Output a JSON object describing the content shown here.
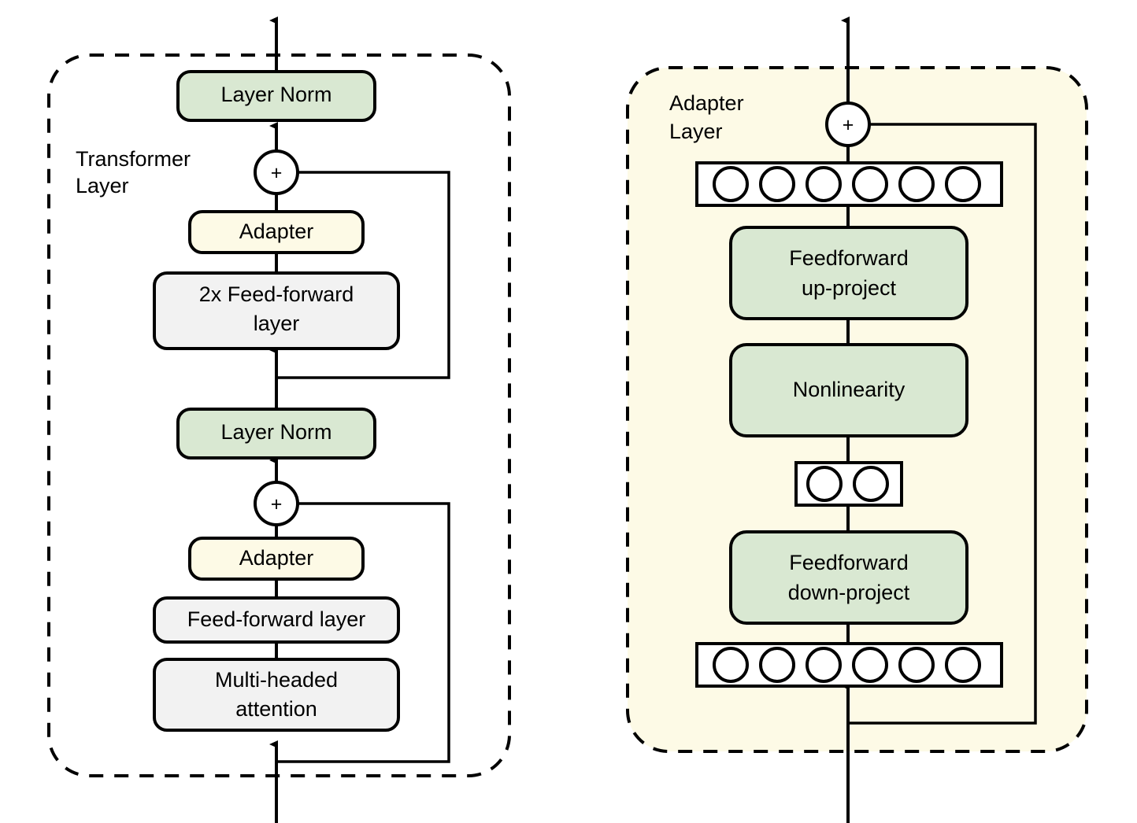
{
  "figure": {
    "background_color": "#ffffff",
    "colors": {
      "green_fill": "#d9e8d2",
      "cream_fill": "#fdfae6",
      "gray_fill": "#f2f2f2",
      "white_fill": "#ffffff",
      "stroke": "#000000"
    }
  },
  "left_panel": {
    "caption_line1": "Transformer",
    "caption_line2": "Layer",
    "fill": "#ffffff",
    "blocks": {
      "layer_norm_top": "Layer Norm",
      "adapter_top": "Adapter",
      "feed_forward_2x_line1": "2x Feed-forward",
      "feed_forward_2x_line2": "layer",
      "layer_norm_bottom": "Layer Norm",
      "adapter_bottom": "Adapter",
      "feed_forward": "Feed-forward layer",
      "multi_head_line1": "Multi-headed",
      "multi_head_line2": "attention"
    },
    "add_symbol": "+"
  },
  "right_panel": {
    "caption_line1": "Adapter",
    "caption_line2": "Layer",
    "fill": "#fdfae6",
    "blocks": {
      "feedforward_up_line1": "Feedforward",
      "feedforward_up_line2": "up-project",
      "nonlinearity": "Nonlinearity",
      "feedforward_down_line1": "Feedforward",
      "feedforward_down_line2": "down-project"
    },
    "add_symbol": "+",
    "neuron_rows": {
      "top_count": 6,
      "bottleneck_count": 2,
      "bottom_count": 6
    }
  }
}
